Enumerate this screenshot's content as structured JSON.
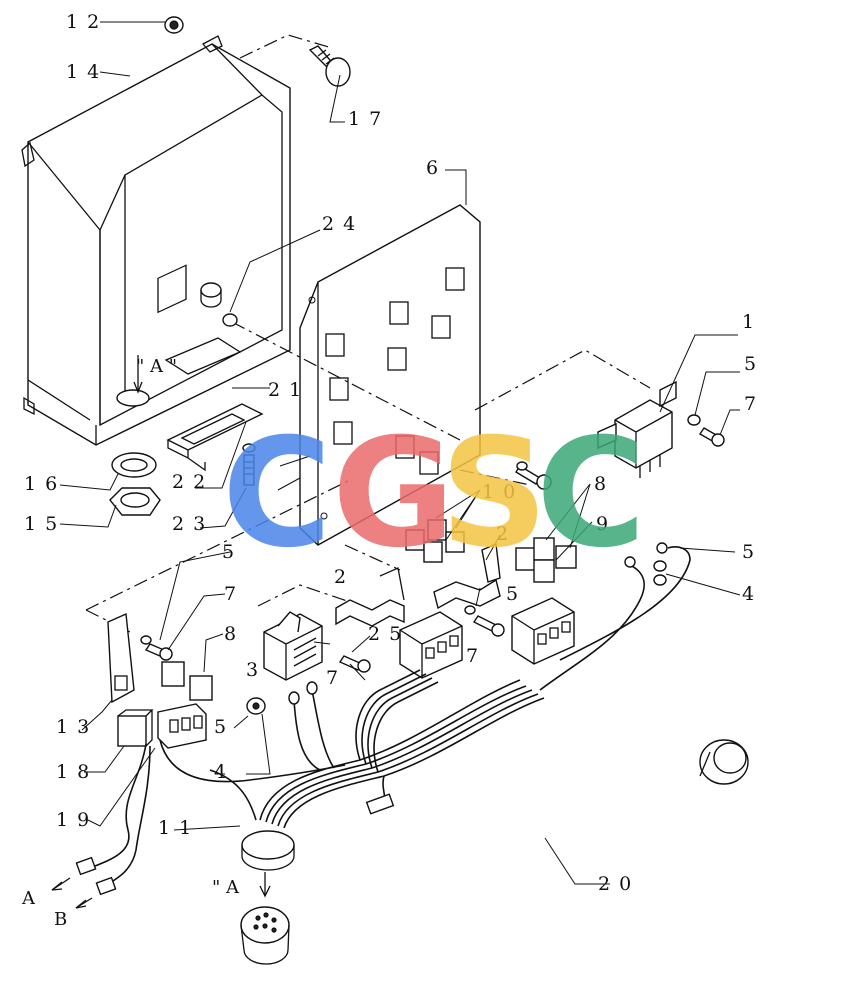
{
  "labels": {
    "l1": "1",
    "l2a": "2",
    "l2b": "2",
    "l3": "3",
    "l4a": "4",
    "l4b": "4",
    "l5a": "5",
    "l5b": "5",
    "l5c": "5",
    "l5d": "5",
    "l5e": "5",
    "l6": "6",
    "l7a": "7",
    "l7b": "7",
    "l7c": "7",
    "l7d": "7",
    "l8a": "8",
    "l8b": "8",
    "l9": "9",
    "l10": "10",
    "l11": "11",
    "l12": "12",
    "l13": "13",
    "l14": "14",
    "l15": "15",
    "l16": "16",
    "l17": "17",
    "l18": "18",
    "l19": "19",
    "l20": "20",
    "l21": "21",
    "l22": "22",
    "l23": "23",
    "l24": "24",
    "l25": "25",
    "viewA_top": "\" A \"",
    "viewA_bottom": "\" A",
    "arrowA": "A",
    "arrowB": "B"
  },
  "watermark": {
    "letters": [
      "C",
      "G",
      "S",
      "C"
    ],
    "colors": [
      "#4a86e8",
      "#ea6a6a",
      "#f4c542",
      "#3ba776"
    ]
  }
}
